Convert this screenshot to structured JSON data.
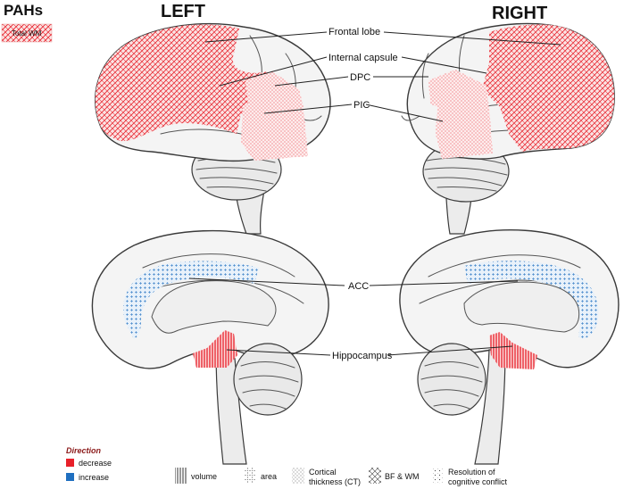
{
  "title": "PAHs",
  "total_wm_label": "Total WM",
  "headers": {
    "left": "LEFT",
    "right": "RIGHT"
  },
  "labels": {
    "frontal_lobe": "Frontal lobe",
    "internal_capsule": "Internal capsule",
    "dpc": "DPC",
    "pic": "PIC",
    "acc": "ACC",
    "hippocampus": "Hippocampus"
  },
  "legend": {
    "direction_title": "Direction",
    "decrease": "decrease",
    "increase": "increase",
    "volume": "volume",
    "area": "area",
    "cortical_thickness_1": "Cortical",
    "cortical_thickness_2": "thickness (CT)",
    "bf_wm": "BF & WM",
    "resolution_1": "Resolution of",
    "resolution_2": "cognitive conflict"
  },
  "colors": {
    "decrease": "#e8202a",
    "increase": "#1f6fc0",
    "decrease_light": "#f4a3a3",
    "increase_light": "#8fb8de"
  }
}
